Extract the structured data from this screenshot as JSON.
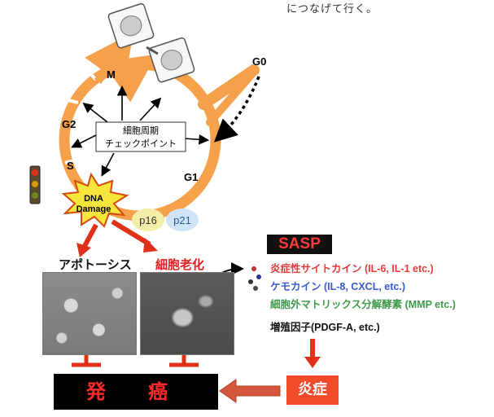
{
  "top_note": "につなげて行く。",
  "phases": {
    "m": "M",
    "g2": "G2",
    "s": "S",
    "g1": "G1",
    "g0": "G0"
  },
  "checkpoint": {
    "line1": "細胞周期",
    "line2": "チェックポイント"
  },
  "dna_damage": {
    "line1": "DNA",
    "line2": "Damage"
  },
  "p16": "p16",
  "p21": "p21",
  "outcomes": {
    "apoptosis": "アポトーシス",
    "senescence": "細胞老化"
  },
  "sasp": {
    "title": "SASP",
    "items": [
      {
        "text": "炎症性サイトカイン (IL-6, IL-1 etc.)",
        "color": "#e63a3a"
      },
      {
        "text": "ケモカイン (IL-8, CXCL, etc.)",
        "color": "#3a5ad0"
      },
      {
        "text": "細胞外マトリックス分解酵素 (MMP etc.)",
        "color": "#3f9a4a"
      },
      {
        "text": "増殖因子(PDGF-A, etc.)",
        "color": "#111111"
      }
    ]
  },
  "cancer": "発 癌",
  "inflammation": "炎症",
  "colors": {
    "cycle": "#f5a04a",
    "red_arrow": "#e0301a",
    "black": "#000000"
  }
}
